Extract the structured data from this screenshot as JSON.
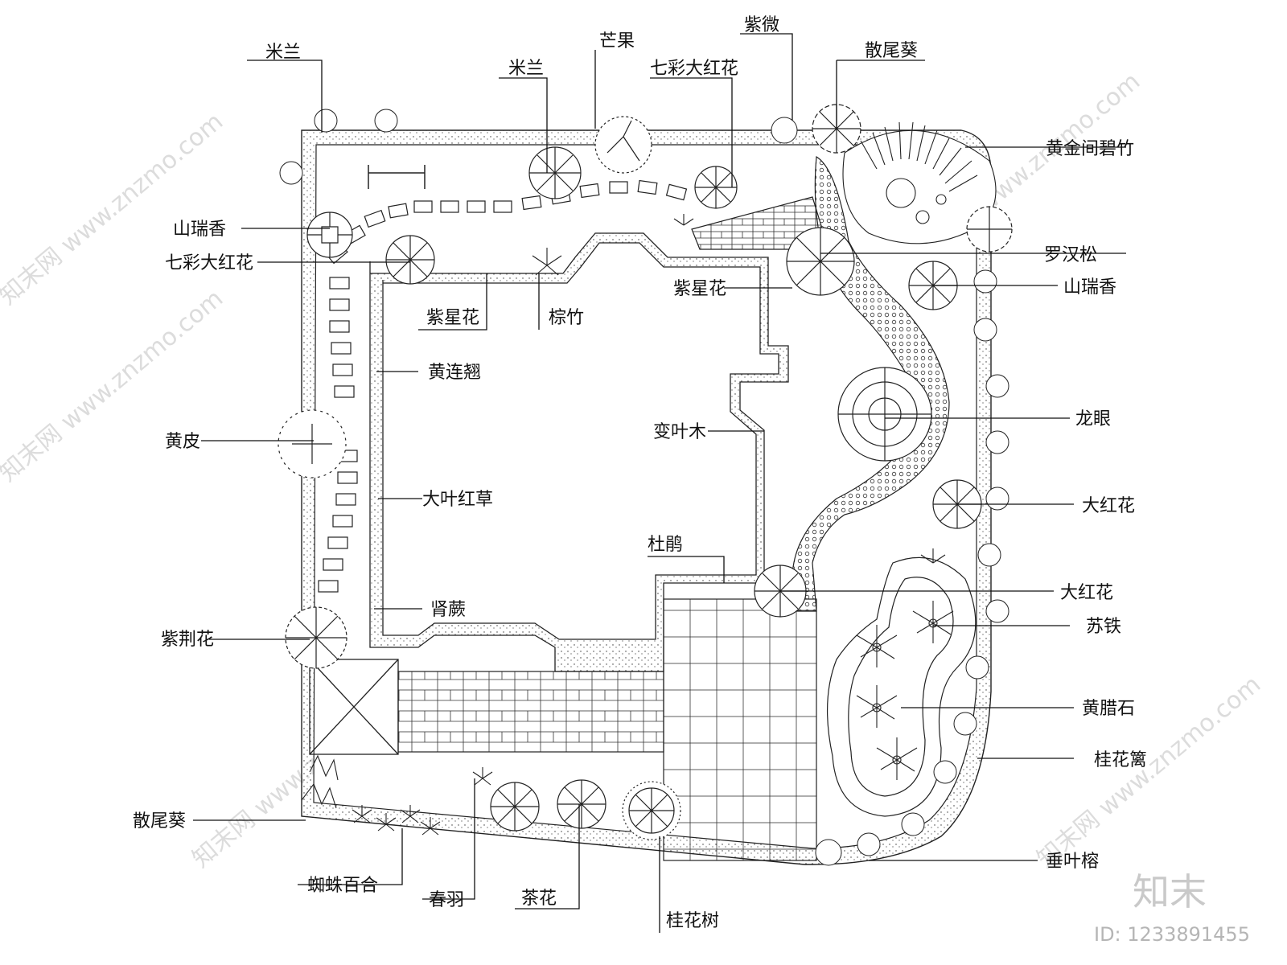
{
  "labels": {
    "milan_tl": "米兰",
    "mango": "芒果",
    "milan_top": "米兰",
    "crape_myrtle": "紫微",
    "rainbow_hibiscus_top": "七彩大红花",
    "caryota_top": "散尾葵",
    "bamboo": "黄金间碧竹",
    "podocarpus": "罗汉松",
    "murraya_right": "山瑞香",
    "murraya_left": "山瑞香",
    "rainbow_hibiscus_left": "七彩大红花",
    "purple_star_left": "紫星花",
    "rhapis": "棕竹",
    "purple_star_right": "紫星花",
    "duranta": "黄连翘",
    "wampee": "黄皮",
    "croton": "变叶木",
    "longan": "龙眼",
    "alternanthera": "大叶红草",
    "hibiscus_right": "大红花",
    "azalea": "杜鹃",
    "hibiscus_right2": "大红花",
    "nephrolepis": "肾蕨",
    "cycas": "苏铁",
    "bauhinia": "紫荆花",
    "stone": "黄腊石",
    "osmanthus_hedge": "桂花篱",
    "caryota_bottom": "散尾葵",
    "ficus": "垂叶榕",
    "spider_lily": "蜘蛛百合",
    "philodendron": "春羽",
    "camellia": "茶花",
    "osmanthus_tree": "桂花树"
  },
  "watermark": {
    "brand": "知末",
    "id": "ID: 1233891455",
    "site": "知末网 www.znzmo.com"
  }
}
